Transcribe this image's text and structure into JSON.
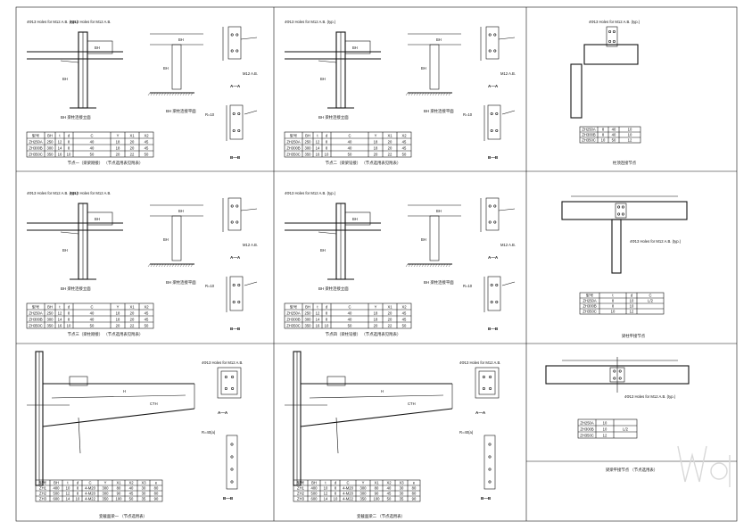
{
  "panels": [
    {
      "caption": "节点一（梁梁刚接）",
      "note": "（节点选用表见附表）",
      "callout_a": "4Φ13 Holes for M12 A.B. (typ.)",
      "callout_b": "4Φ13 Holes for M12 A.B.",
      "beam_label": "BH",
      "elev_label": "BH 梁柱连接立面",
      "plan_label": "BH 梁柱连接平面",
      "section_aa": "A—A",
      "section_bb": "B—B",
      "dim_label": "R=10",
      "bolt_label": "M12 A.B.",
      "table_header": [
        "型号",
        "BH",
        "t",
        "d",
        "C",
        "Y",
        "X1",
        "X2"
      ],
      "table_rows": [
        [
          "ZH250A",
          "250",
          "12",
          "8",
          "40",
          "18",
          "20",
          "45"
        ],
        [
          "ZH300B",
          "300",
          "14",
          "8",
          "40",
          "18",
          "20",
          "45"
        ],
        [
          "ZH350C",
          "350",
          "16",
          "10",
          "50",
          "20",
          "22",
          "50"
        ]
      ]
    },
    {
      "caption": "节点二（梁梁铰接）",
      "note": "（节点选用表见附表）",
      "callout_a": "4Φ13 Holes for M12 A.B. (typ.)",
      "callout_b": "",
      "beam_label": "BH",
      "elev_label": "BH 梁柱连接立面",
      "plan_label": "BH 梁柱连接平面",
      "section_aa": "A—A",
      "section_bb": "B—B",
      "dim_label": "R=10",
      "bolt_label": "M12 A.B.",
      "table_header": [
        "型号",
        "BH",
        "t",
        "d",
        "C",
        "Y",
        "X1",
        "X2"
      ],
      "table_rows": [
        [
          "ZH250A",
          "250",
          "12",
          "8",
          "40",
          "18",
          "20",
          "45"
        ],
        [
          "ZH300B",
          "300",
          "14",
          "8",
          "40",
          "18",
          "20",
          "45"
        ],
        [
          "ZH350C",
          "350",
          "16",
          "10",
          "50",
          "20",
          "22",
          "50"
        ]
      ]
    },
    {
      "caption": "节点三（梁柱刚接）",
      "note": "（节点选用表见附表）",
      "callout_a": "4Φ13 Holes for M12 A.B. (typ.)",
      "callout_b": "4Φ13 Holes for M12 A.B.",
      "beam_label": "BH",
      "elev_label": "BH 梁柱连接立面",
      "plan_label": "BH 梁柱连接平面",
      "section_aa": "A—A",
      "section_bb": "B—B",
      "dim_label": "R=10",
      "bolt_label": "M12 A.B.",
      "table_header": [
        "型号",
        "BH",
        "t",
        "d",
        "C",
        "Y",
        "X1",
        "X2"
      ],
      "table_rows": [
        [
          "ZH250A",
          "250",
          "12",
          "8",
          "40",
          "18",
          "20",
          "45"
        ],
        [
          "ZH300B",
          "300",
          "14",
          "8",
          "40",
          "18",
          "20",
          "45"
        ],
        [
          "ZH350C",
          "350",
          "16",
          "10",
          "50",
          "20",
          "22",
          "50"
        ]
      ]
    },
    {
      "caption": "节点四（梁柱铰接）",
      "note": "（节点选用表见附表）",
      "callout_a": "4Φ13 Holes for M12 A.B. (typ.)",
      "callout_b": "",
      "beam_label": "BH",
      "elev_label": "BH 梁柱连接立面",
      "plan_label": "BH 梁柱连接平面",
      "section_aa": "A—A",
      "section_bb": "B—B",
      "dim_label": "R=10",
      "bolt_label": "M12 A.B.",
      "table_header": [
        "型号",
        "BH",
        "t",
        "d",
        "C",
        "Y",
        "X1",
        "X2"
      ],
      "table_rows": [
        [
          "ZH250A",
          "250",
          "12",
          "8",
          "40",
          "18",
          "20",
          "45"
        ],
        [
          "ZH300B",
          "300",
          "14",
          "8",
          "40",
          "18",
          "20",
          "45"
        ],
        [
          "ZH350C",
          "350",
          "16",
          "10",
          "50",
          "20",
          "22",
          "50"
        ]
      ]
    },
    {
      "caption": "变截面梁一",
      "note": "（节点选用表）",
      "callout_a": "4Φ13 Holes for M12 A.B.",
      "section_aa": "A—A",
      "section_bb": "B—B",
      "dim_label": "R=40(a)",
      "table_header": [
        "型号",
        "BH",
        "t",
        "d",
        "C",
        "Y",
        "X1",
        "X2",
        "X3",
        "e"
      ],
      "table_rows": [
        [
          "ZH1",
          "400",
          "10",
          "8",
          "4-M20",
          "300",
          "80",
          "40",
          "30",
          "80"
        ],
        [
          "ZH2",
          "500",
          "12",
          "8",
          "4-M20",
          "300",
          "90",
          "45",
          "30",
          "80"
        ],
        [
          "ZH3",
          "600",
          "14",
          "10",
          "4-M22",
          "350",
          "100",
          "50",
          "35",
          "90"
        ]
      ]
    },
    {
      "caption": "变截面梁二",
      "note": "（节点选用表）",
      "callout_a": "4Φ13 Holes for M12 A.B.",
      "section_aa": "A—A",
      "section_bb": "B—B",
      "dim_label": "R=40(a)",
      "table_header": [
        "型号",
        "BH",
        "t",
        "d",
        "C",
        "Y",
        "X1",
        "X2",
        "X3",
        "e"
      ],
      "table_rows": [
        [
          "ZH1",
          "400",
          "10",
          "8",
          "4-M20",
          "300",
          "80",
          "40",
          "30",
          "80"
        ],
        [
          "ZH2",
          "500",
          "12",
          "8",
          "4-M20",
          "300",
          "90",
          "45",
          "30",
          "80"
        ],
        [
          "ZH3",
          "600",
          "14",
          "10",
          "4-M22",
          "350",
          "100",
          "50",
          "35",
          "90"
        ]
      ]
    }
  ],
  "right_panels": [
    {
      "caption": "柱顶连接节点",
      "callout": "4Φ13 Holes for M12 A.B. (typ.)",
      "table_rows": [
        [
          "ZH250A",
          "8",
          "40",
          "10"
        ],
        [
          "ZH300B",
          "8",
          "40",
          "10"
        ],
        [
          "ZH350C",
          "10",
          "50",
          "12"
        ]
      ]
    },
    {
      "caption": "梁柱平接节点",
      "callout": "4Φ13 Holes for M12 A.B. (typ.)",
      "table_header": [
        "型号",
        "t",
        "d",
        "C"
      ],
      "table_rows": [
        [
          "ZH250A",
          "8",
          "10",
          "L/2"
        ],
        [
          "ZH300B",
          "8",
          "10",
          ""
        ],
        [
          "ZH350C",
          "10",
          "12",
          ""
        ]
      ]
    },
    {
      "caption": "梁梁平接节点",
      "note": "（节点选用表）",
      "callout": "4Φ13 Holes for M12 A.B. (typ.)",
      "table_rows": [
        [
          "ZH250A",
          "10",
          ""
        ],
        [
          "ZH300B",
          "10",
          "L/2"
        ],
        [
          "ZH350C",
          "12",
          ""
        ]
      ]
    }
  ]
}
